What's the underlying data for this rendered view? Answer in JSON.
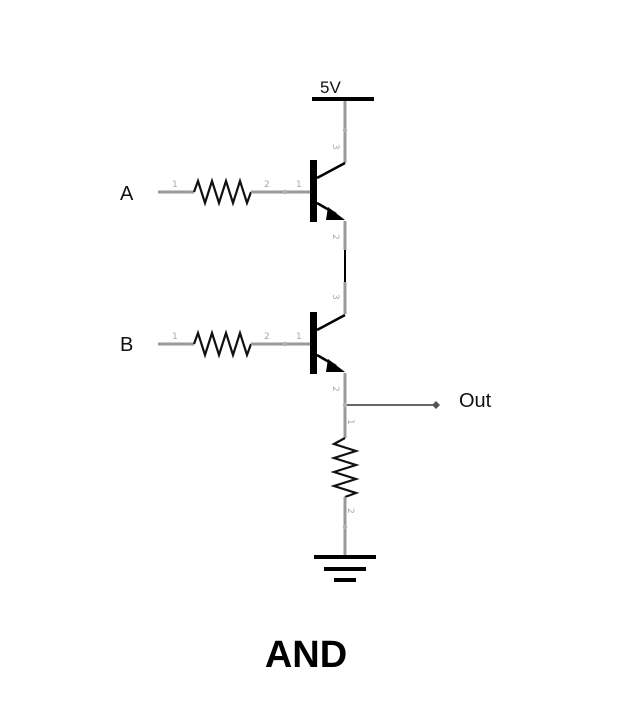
{
  "supply_label": "5V",
  "input_a_label": "A",
  "input_b_label": "B",
  "output_label": "Out",
  "gate_title": "AND",
  "pin_labels": {
    "r_a_1": "1",
    "r_a_2": "2",
    "q1_base": "1",
    "q1_collector": "3",
    "q1_emitter": "2",
    "r_b_1": "1",
    "r_b_2": "2",
    "q2_base": "1",
    "q2_collector": "3",
    "q2_emitter": "2",
    "r_pd_1": "1",
    "r_pd_2": "2"
  }
}
